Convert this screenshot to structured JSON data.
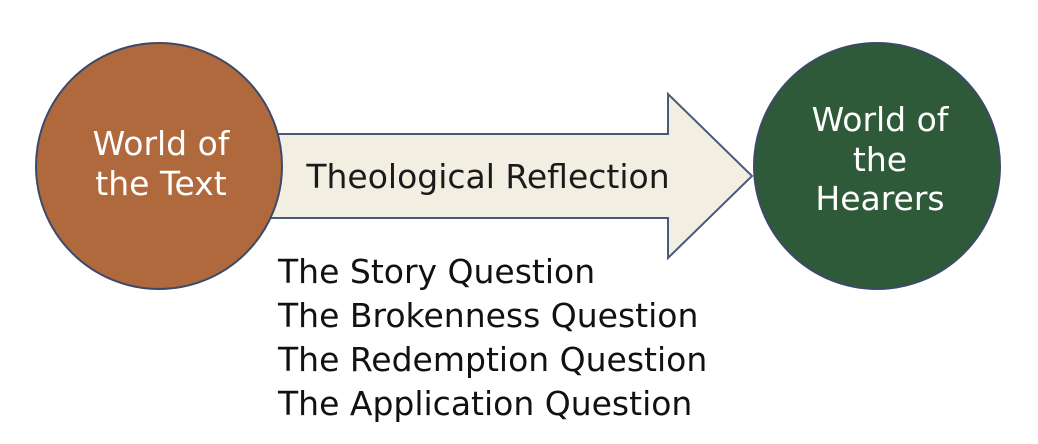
{
  "left_node": {
    "line1": "World of",
    "line2": "the Text",
    "color": "#b0693c"
  },
  "arrow": {
    "label": "Theological Reflection",
    "fill": "#f2efe2"
  },
  "right_node": {
    "line1": "World of",
    "line2": "the",
    "line3": "Hearers",
    "color": "#2f5a3a"
  },
  "questions": [
    "The Story Question",
    "The Brokenness Question",
    "The Redemption Question",
    "The Application Question"
  ]
}
